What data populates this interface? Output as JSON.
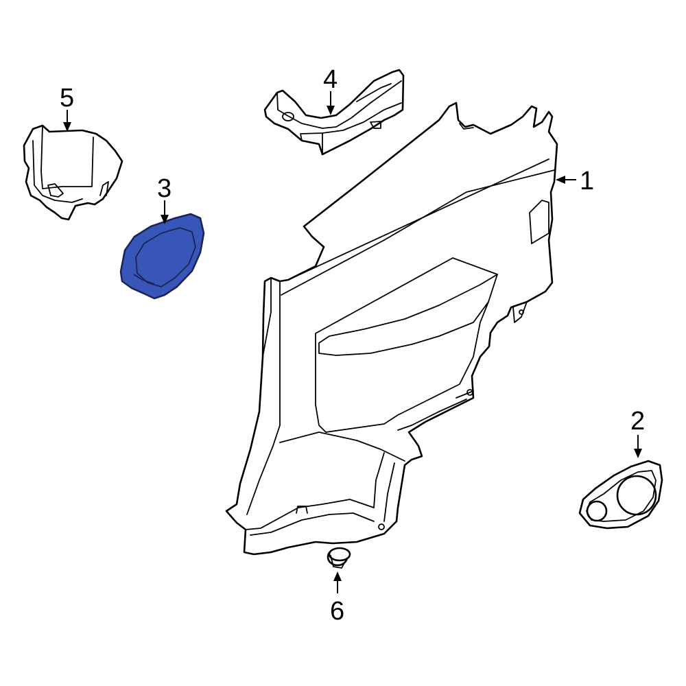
{
  "callouts": [
    {
      "id": "1",
      "label": "1"
    },
    {
      "id": "2",
      "label": "2"
    },
    {
      "id": "3",
      "label": "3"
    },
    {
      "id": "4",
      "label": "4"
    },
    {
      "id": "5",
      "label": "5"
    },
    {
      "id": "6",
      "label": "6"
    }
  ],
  "colors": {
    "highlight_fill": "#3756b8",
    "highlight_stroke": "#1a2458",
    "line": "#000000",
    "background": "#ffffff"
  },
  "highlighted_part": "3"
}
